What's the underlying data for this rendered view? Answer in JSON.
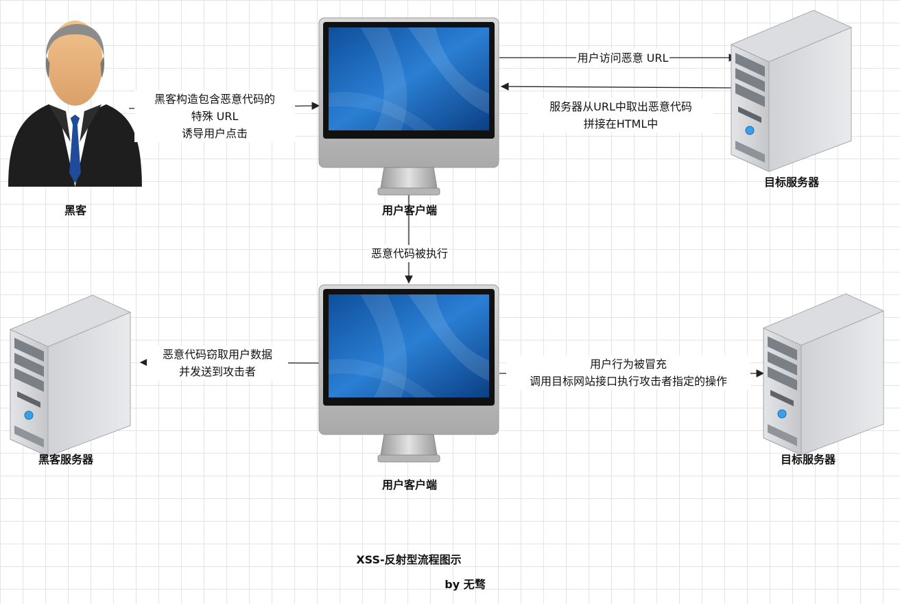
{
  "nodes": {
    "hacker": "黑客",
    "client_top": "用户客户端",
    "target_server_top": "目标服务器",
    "hacker_server": "黑客服务器",
    "client_bottom": "用户客户端",
    "target_server_bottom": "目标服务器"
  },
  "edges": {
    "hacker_to_client": [
      "黑客构造包含恶意代码的",
      "特殊 URL",
      "诱导用户点击"
    ],
    "client_to_server": "用户访问恶意 URL",
    "server_to_client": [
      "服务器从URL中取出恶意代码",
      "拼接在HTML中"
    ],
    "executed": "恶意代码被执行",
    "steal": [
      "恶意代码窃取用户数据",
      "并发送到攻击者"
    ],
    "impersonate": [
      "用户行为被冒充",
      "调用目标网站接口执行攻击者指定的操作"
    ]
  },
  "footer": {
    "title": "XSS-反射型流程图示",
    "author": "by 无骛"
  },
  "colors": {
    "line": "#222222",
    "screen_blue": "#1a6fc4",
    "server_gray": "#c9cbcf"
  },
  "icons": [
    "person-icon",
    "imac-icon",
    "server-tower-icon",
    "apple-logo-icon"
  ]
}
